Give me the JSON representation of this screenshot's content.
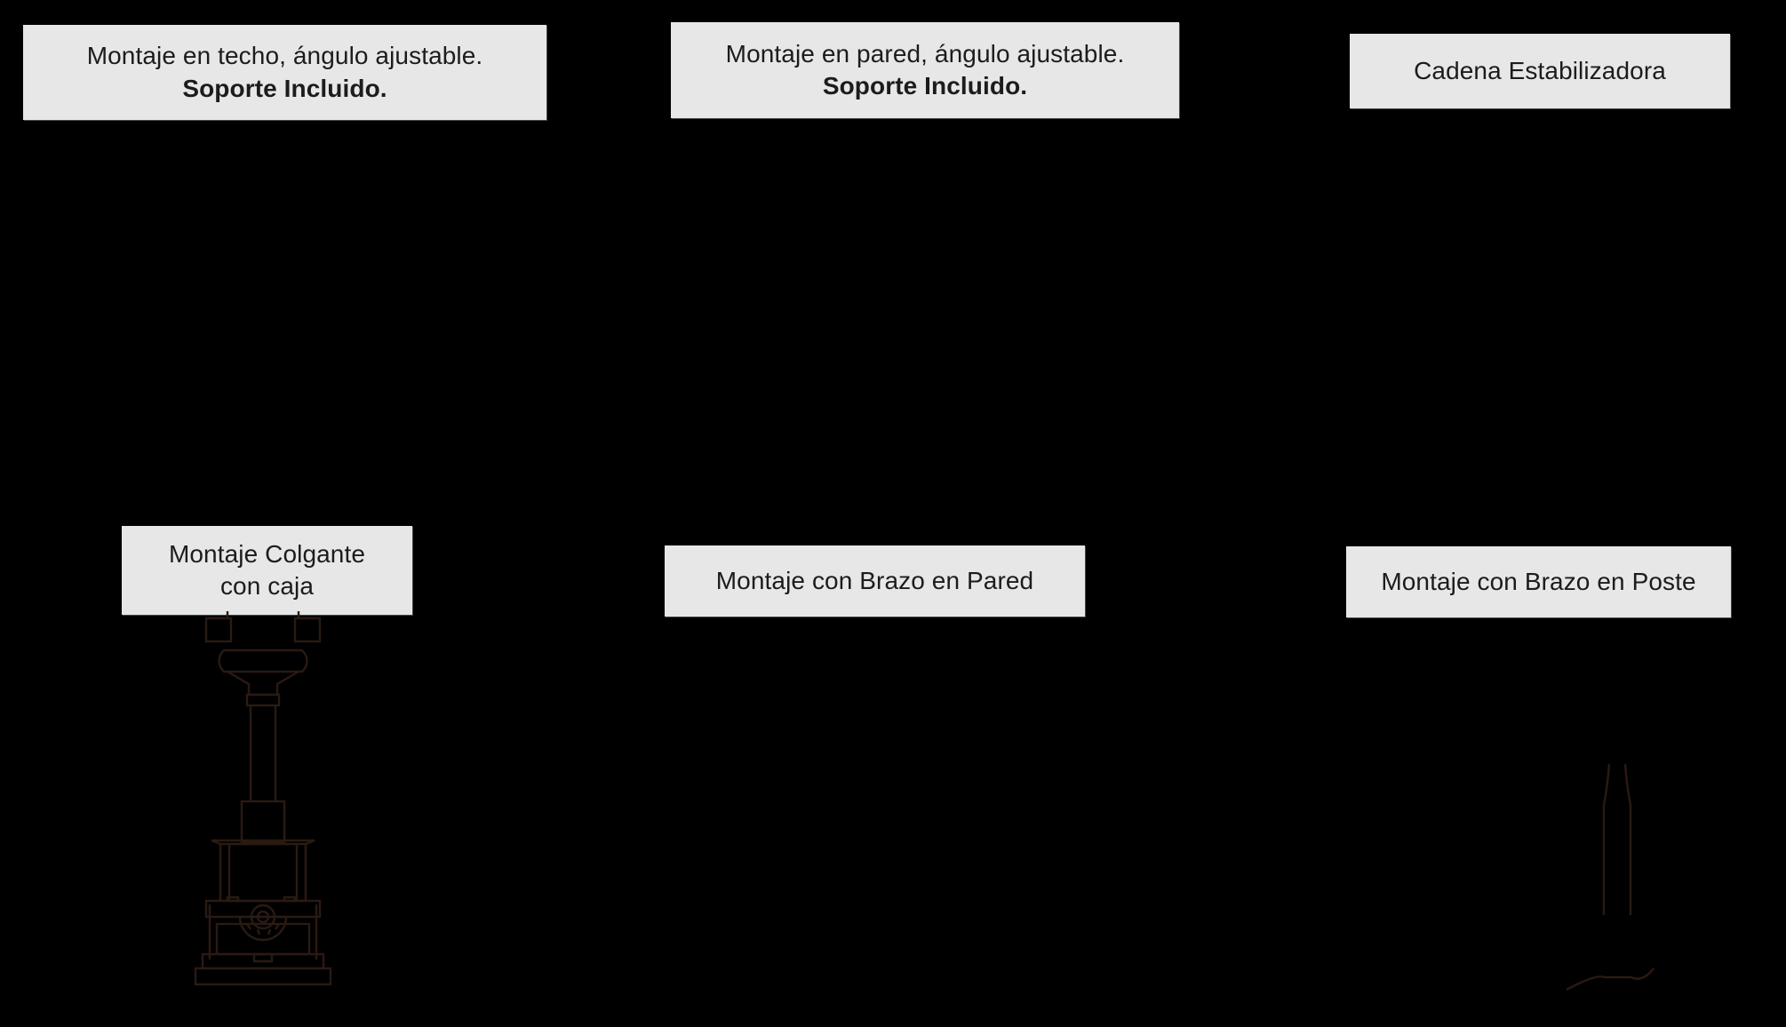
{
  "page": {
    "background_color": "#000000",
    "label_box_color": "#e7e7e7",
    "label_text_color": "#1c1c1c",
    "artwork_line_color": "#2a1a12"
  },
  "boxes": {
    "ceiling_mount": {
      "line1": "Montaje en techo, ángulo ajustable.",
      "line2": "Soporte Incluido."
    },
    "wall_mount": {
      "line1": "Montaje en pared, ángulo ajustable.",
      "line2": "Soporte Incluido."
    },
    "stabilizer_chain": {
      "line1": "Cadena Estabilizadora"
    },
    "pendant_mount": {
      "line1": "Montaje Colgante",
      "line2": "con caja"
    },
    "wall_arm_mount": {
      "line1": "Montaje con Brazo en Pared"
    },
    "pole_arm_mount": {
      "line1": "Montaje con Brazo en Poste"
    }
  },
  "artwork": {
    "pendant_fixture": "pendant-light-fixture-line-art",
    "pole": "pole-line-art"
  }
}
